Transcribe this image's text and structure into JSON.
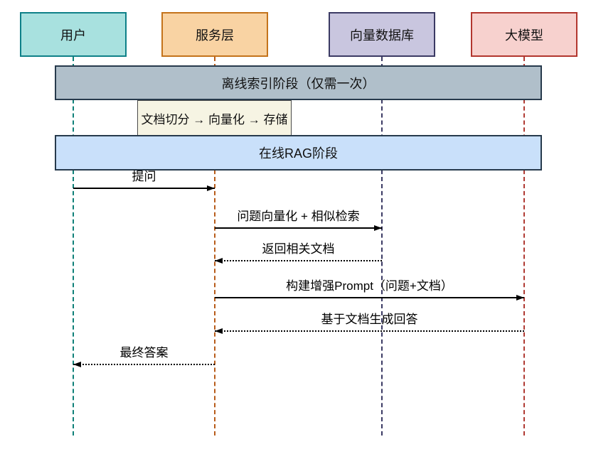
{
  "actors": [
    {
      "label": "用户",
      "fill": "#a8e1df",
      "border": "#0e8088",
      "lifeline_color": "#0e8078"
    },
    {
      "label": "服务层",
      "fill": "#f9d3a3",
      "border": "#c4731b",
      "lifeline_color": "#b85c1a"
    },
    {
      "label": "向量数据库",
      "fill": "#c9c6df",
      "border": "#3b3a64",
      "lifeline_color": "#3b3a64"
    },
    {
      "label": "大模型",
      "fill": "#f7d1ce",
      "border": "#b2362e",
      "lifeline_color": "#b03a33"
    }
  ],
  "phases": [
    {
      "label": "离线索引阶段（仅需一次）",
      "fill": "#b0bfca",
      "border": "#273a4c"
    },
    {
      "label": "在线RAG阶段",
      "fill": "#c9e0fa",
      "border": "#273a4c"
    }
  ],
  "self_activity": {
    "label": "文档切分 → 向量化 → 存储",
    "fill": "#f6f4e3",
    "border": "#4a4a4a"
  },
  "messages": [
    {
      "label": "提问",
      "from": "用户",
      "to": "服务层",
      "line": "solid"
    },
    {
      "label": "问题向量化 + 相似检索",
      "from": "服务层",
      "to": "向量数据库",
      "line": "solid"
    },
    {
      "label": "返回相关文档",
      "from": "向量数据库",
      "to": "服务层",
      "line": "dotted"
    },
    {
      "label": "构建增强Prompt（问题+文档）",
      "from": "服务层",
      "to": "大模型",
      "line": "solid"
    },
    {
      "label": "基于文档生成回答",
      "from": "大模型",
      "to": "服务层",
      "line": "dotted"
    },
    {
      "label": "最终答案",
      "from": "服务层",
      "to": "用户",
      "line": "dotted"
    }
  ]
}
